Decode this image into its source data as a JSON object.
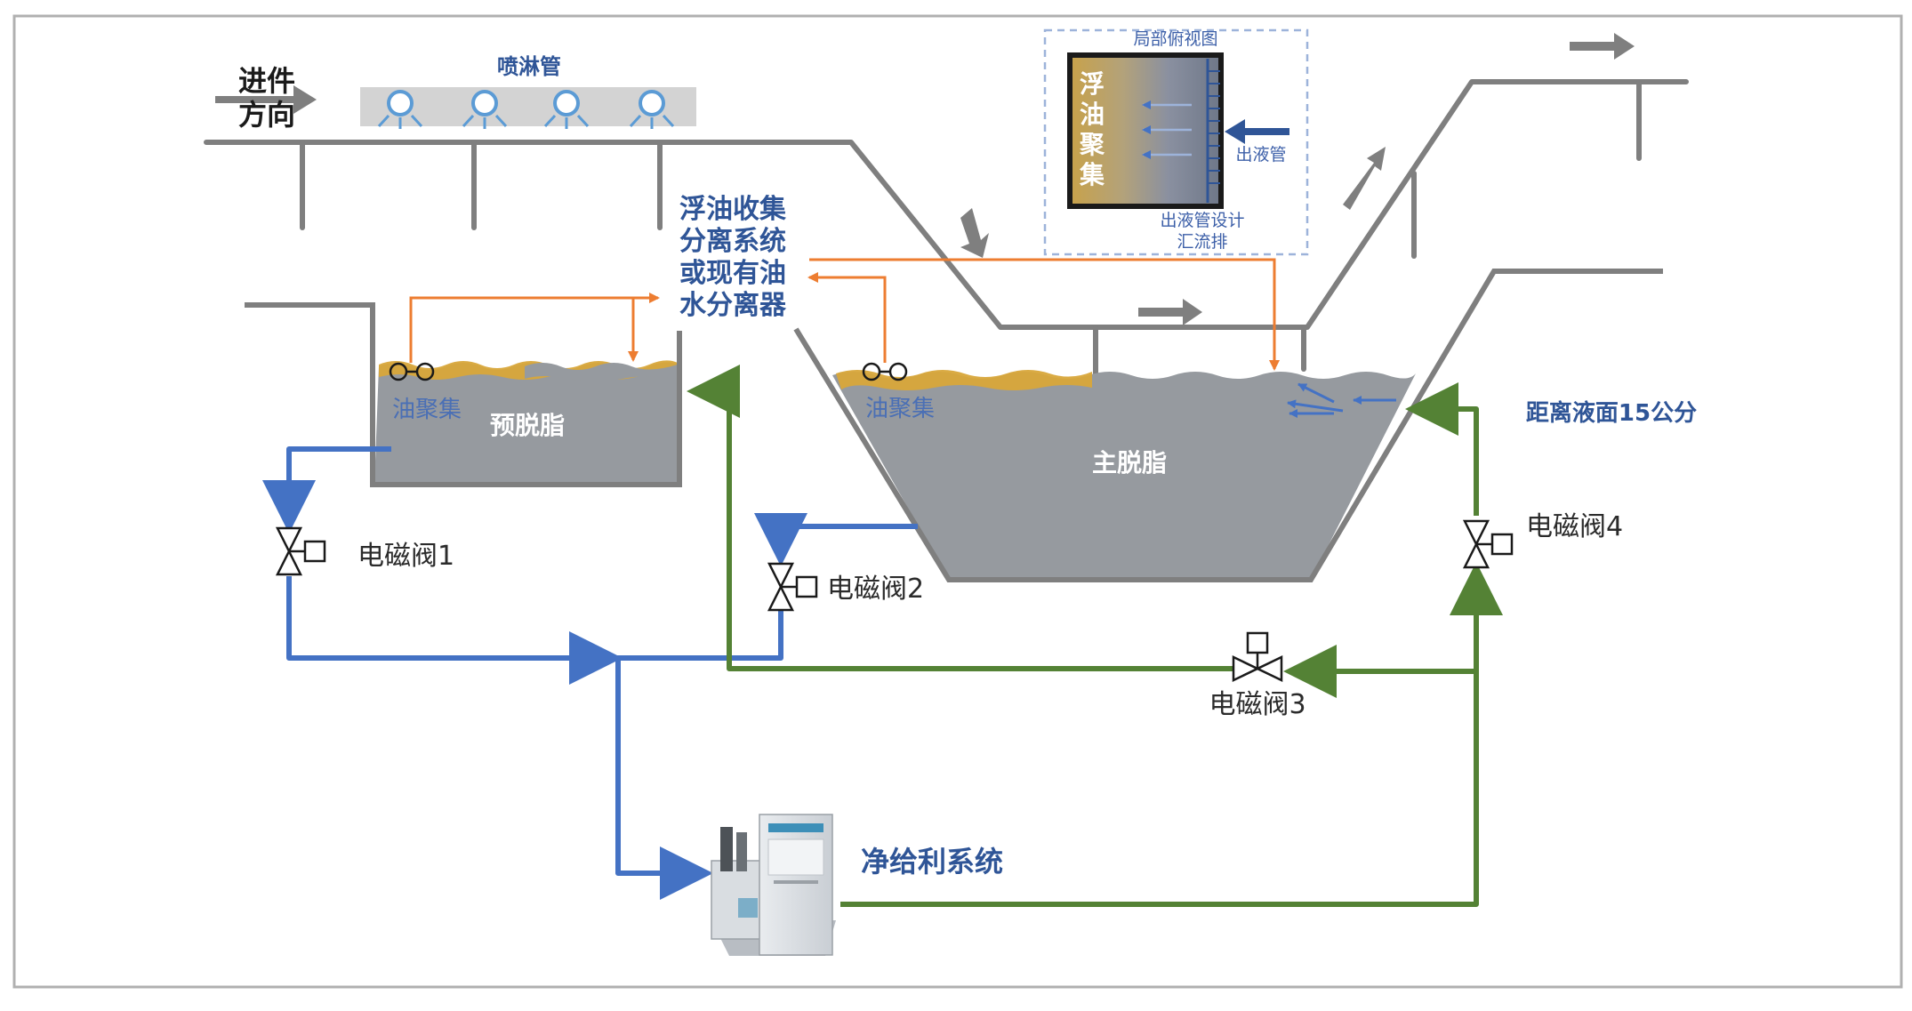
{
  "labels": {
    "feed_direction_line1": "进件",
    "feed_direction_line2": "方向",
    "spray_pipe": "喷淋管",
    "separator_line1": "浮油收集",
    "separator_line2": "分离系统",
    "separator_line3": "或现有油",
    "separator_line4": "水分离器",
    "oil_gather_pre": "油聚集",
    "pre_tank": "预脱脂",
    "oil_gather_main": "油聚集",
    "main_tank": "主脱脂",
    "distance_note": "距离液面15公分",
    "valve1": "电磁阀1",
    "valve2": "电磁阀2",
    "valve3": "电磁阀3",
    "valve4": "电磁阀4",
    "system": "净给利系统"
  },
  "inset": {
    "title": "局部俯视图",
    "float_oil": [
      "浮",
      "油",
      "聚",
      "集"
    ],
    "outlet_pipe": "出液管",
    "caption_line1": "出液管设计",
    "caption_line2": "汇流排"
  },
  "colors": {
    "blue_flow": "#4472c4",
    "green_flow": "#548235",
    "orange_flow": "#ed7d31",
    "tank_liquid": "#969a9f",
    "oil_layer": "#d8a63a",
    "conveyor": "#7f7f7f"
  }
}
